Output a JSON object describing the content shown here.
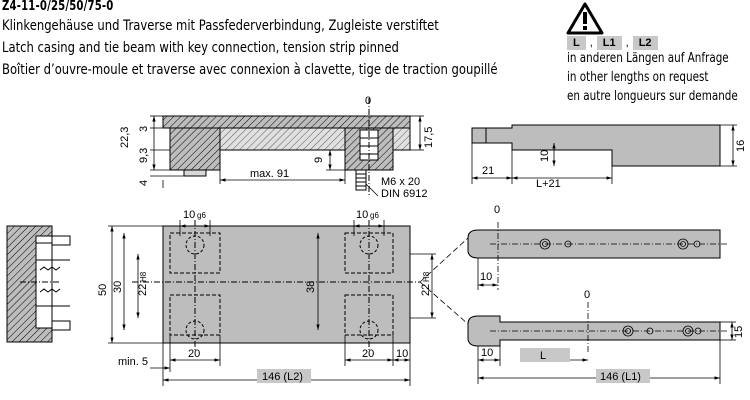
{
  "header": {
    "title": "Z4-11-0/25/50/75-0",
    "line_de": "Klinkengehäuse und Traverse mit Passfederverbindung, Zugleiste verstiftet",
    "line_en": "Latch casing and tie beam with key connection, tension strip pinned",
    "line_fr": "Boîtier d’ouvre-moule et traverse avec connexion à clavette, tige de traction goupillé"
  },
  "notice": {
    "icon": "warning-triangle-icon",
    "tags": [
      "L",
      "L1",
      "L2"
    ],
    "separator": ",",
    "line_de": "in anderen Längen auf Anfrage",
    "line_en": "in other lengths on request",
    "line_fr": "en autre longueurs sur demande"
  },
  "dims": {
    "zero_top": "0",
    "d22_3": "22,3",
    "d3": "3",
    "d9_3": "9,3",
    "d4": "4",
    "d9": "9",
    "max91": "max. 91",
    "d17_5": "17,5",
    "screw1": "M6 x 20",
    "screw2": "DIN 6912",
    "d10_side": "10",
    "d16": "16",
    "d21": "21",
    "l21": "L+21",
    "g10_left": "10",
    "g10_right": "10",
    "g6": "g6",
    "d50": "50",
    "d30": "30",
    "h22_left": "22",
    "h8": "H8",
    "d38": "38",
    "h22_right": "22",
    "min5": "min. 5",
    "d20_left": "20",
    "d20_right": "20",
    "d10_bottom": "10",
    "l2": "146 (L2)",
    "zero_strip1": "0",
    "d10_strip1": "10",
    "zero_strip2": "0",
    "d10_strip2": "10",
    "l_box": "L",
    "d15": "15",
    "l1": "146 (L1)"
  }
}
